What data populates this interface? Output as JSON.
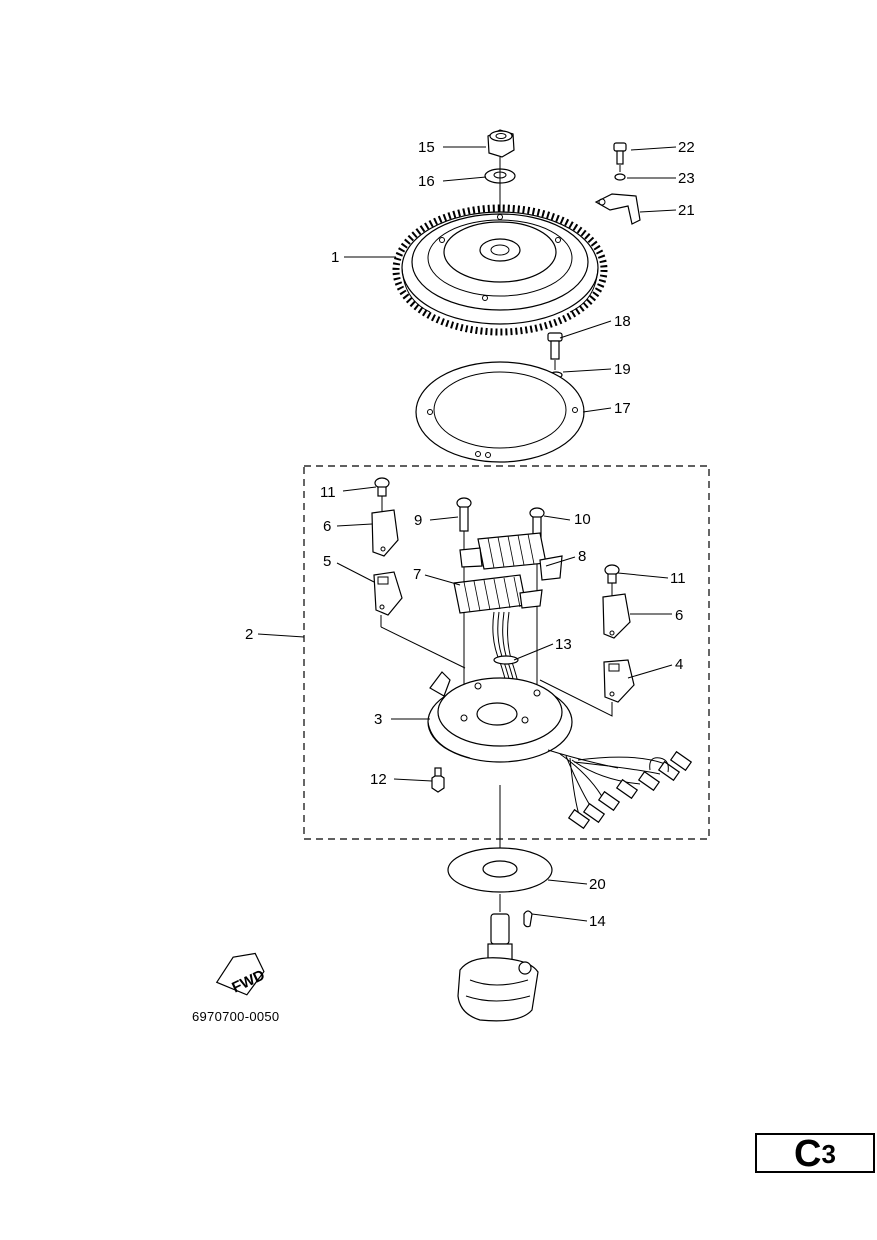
{
  "callouts": {
    "c1": "1",
    "c2": "2",
    "c3": "3",
    "c4": "4",
    "c5": "5",
    "c6a": "6",
    "c6b": "6",
    "c7": "7",
    "c8": "8",
    "c9": "9",
    "c10": "10",
    "c11a": "11",
    "c11b": "11",
    "c12": "12",
    "c13": "13",
    "c14": "14",
    "c15": "15",
    "c16": "16",
    "c17": "17",
    "c18": "18",
    "c19": "19",
    "c20": "20",
    "c21": "21",
    "c22": "22",
    "c23": "23"
  },
  "fwd_label": "FWD",
  "reference_code": "6970700-0050",
  "page_tag": {
    "letter": "C",
    "number": "3"
  }
}
